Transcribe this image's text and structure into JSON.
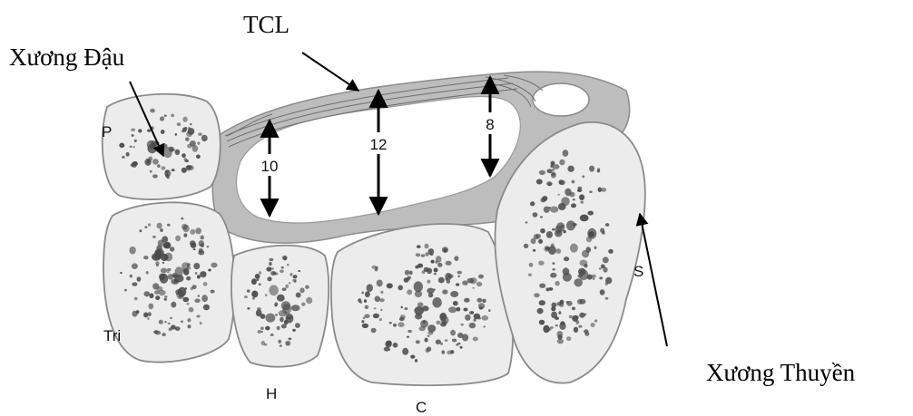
{
  "annotations": {
    "tcl": "TCL",
    "pisiform": "Xương Đậu",
    "scaphoid": "Xương Thuyền"
  },
  "bone_letters": {
    "p": "P",
    "tri": "Tri",
    "h": "H",
    "c": "C",
    "s": "S"
  },
  "measurements": {
    "left": "10",
    "middle": "12",
    "right": "8"
  },
  "colors": {
    "bone_fill": "#ececec",
    "bone_outline": "#8a8a8a",
    "ligament": "#bdbdbd",
    "pores": "#4a4a4a",
    "text": "#000000"
  }
}
